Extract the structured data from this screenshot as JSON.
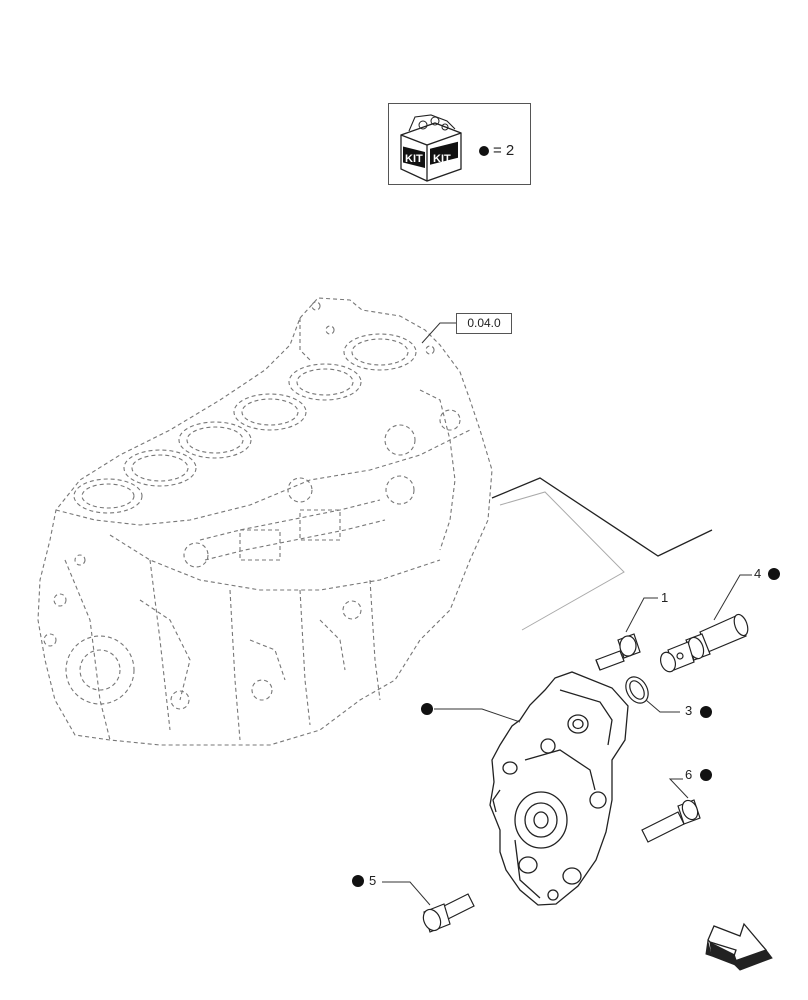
{
  "kit": {
    "icon_text": "KIT",
    "quantity_label": "= 2"
  },
  "reference": {
    "label": "0.04.0"
  },
  "callouts": [
    {
      "id": "1",
      "label": "1",
      "kit_marked": false
    },
    {
      "id": "3",
      "label": "3",
      "kit_marked": true
    },
    {
      "id": "4",
      "label": "4",
      "kit_marked": true
    },
    {
      "id": "5",
      "label": "5",
      "kit_marked": true
    },
    {
      "id": "6",
      "label": "6",
      "kit_marked": true
    }
  ],
  "cover_callout": {
    "kit_marked": true
  },
  "icons": [
    "kit-box-icon",
    "kit-dot-icon",
    "direction-arrow-icon"
  ]
}
